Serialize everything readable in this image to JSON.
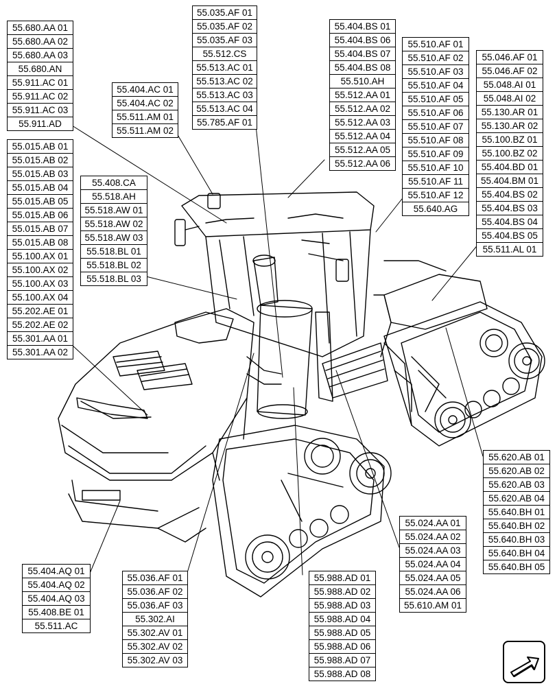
{
  "callouts": {
    "b1": [
      "55.680.AA 01",
      "55.680.AA 02",
      "55.680.AA 03",
      "55.680.AN",
      "55.911.AC 01",
      "55.911.AC 02",
      "55.911.AC 03",
      "55.911.AD"
    ],
    "b2": [
      "55.015.AB 01",
      "55.015.AB 02",
      "55.015.AB 03",
      "55.015.AB 04",
      "55.015.AB 05",
      "55.015.AB 06",
      "55.015.AB 07",
      "55.015.AB 08",
      "55.100.AX 01",
      "55.100.AX 02",
      "55.100.AX 03",
      "55.100.AX 04",
      "55.202.AE 01",
      "55.202.AE 02",
      "55.301.AA 01",
      "55.301.AA 02"
    ],
    "b3": [
      "55.404.AC 01",
      "55.404.AC 02",
      "55.511.AM 01",
      "55.511.AM 02"
    ],
    "b4": [
      "55.408.CA",
      "55.518.AH",
      "55.518.AW 01",
      "55.518.AW 02",
      "55.518.AW 03",
      "55.518.BL 01",
      "55.518.BL 02",
      "55.518.BL 03"
    ],
    "b5": [
      "55.035.AF 01",
      "55.035.AF 02",
      "55.035.AF 03",
      "55.512.CS",
      "55.513.AC 01",
      "55.513.AC 02",
      "55.513.AC 03",
      "55.513.AC 04",
      "55.785.AF 01"
    ],
    "b6": [
      "55.404.BS 01",
      "55.404.BS 06",
      "55.404.BS 07",
      "55.404.BS 08",
      "55.510.AH",
      "55.512.AA 01",
      "55.512.AA 02",
      "55.512.AA 03",
      "55.512.AA 04",
      "55.512.AA 05",
      "55.512.AA 06"
    ],
    "b7": [
      "55.510.AF 01",
      "55.510.AF 02",
      "55.510.AF 03",
      "55.510.AF 04",
      "55.510.AF 05",
      "55.510.AF 06",
      "55.510.AF 07",
      "55.510.AF 08",
      "55.510.AF 09",
      "55.510.AF 10",
      "55.510.AF 11",
      "55.510.AF 12",
      "55.640.AG"
    ],
    "b8": [
      "55.046.AF 01",
      "55.046.AF 02",
      "55.048.AI 01",
      "55.048.AI 02",
      "55.130.AR 01",
      "55.130.AR 02",
      "55.100.BZ 01",
      "55.100.BZ 02",
      "55.404.BD 01",
      "55.404.BM 01",
      "55.404.BS 02",
      "55.404.BS 03",
      "55.404.BS 04",
      "55.404.BS 05",
      "55.511.AL 01"
    ],
    "b9": [
      "55.620.AB 01",
      "55.620.AB 02",
      "55.620.AB 03",
      "55.620.AB 04",
      "55.640.BH 01",
      "55.640.BH 02",
      "55.640.BH 03",
      "55.640.BH 04",
      "55.640.BH 05"
    ],
    "b10": [
      "55.024.AA 01",
      "55.024.AA 02",
      "55.024.AA 03",
      "55.024.AA 04",
      "55.024.AA 05",
      "55.024.AA 06",
      "55.610.AM 01"
    ],
    "b11": [
      "55.988.AD 01",
      "55.988.AD 02",
      "55.988.AD 03",
      "55.988.AD 04",
      "55.988.AD 05",
      "55.988.AD 06",
      "55.988.AD 07",
      "55.988.AD 08"
    ],
    "b12": [
      "55.036.AF 01",
      "55.036.AF 02",
      "55.036.AF 03",
      "55.302.AI",
      "55.302.AV 01",
      "55.302.AV 02",
      "55.302.AV 03"
    ],
    "b13": [
      "55.404.AQ 01",
      "55.404.AQ 02",
      "55.404.AQ 03",
      "55.408.BE 01",
      "55.511.AC"
    ]
  },
  "nav_icon": "next-page-arrow-icon"
}
